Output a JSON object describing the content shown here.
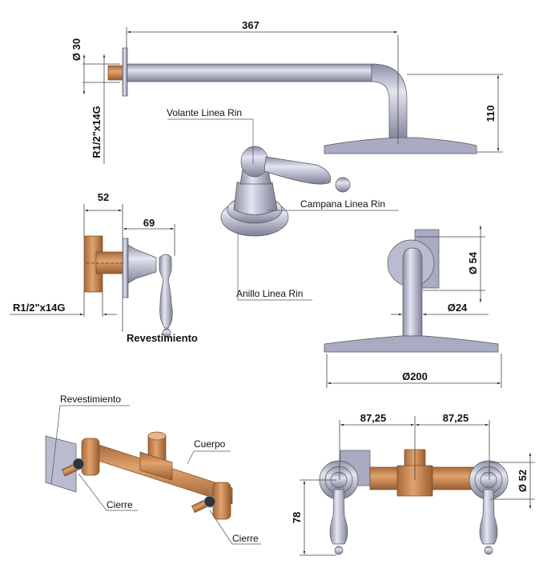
{
  "title": "Technical drawing - wall-mounted shower set Linea Rin",
  "dimensions": {
    "arm_length": "367",
    "flange_diameter": "Ø 30",
    "thread_top": "R1/2\"x14G",
    "arm_drop": "110",
    "valve_depth": "52",
    "handle_projection": "69",
    "thread_side": "R1/2\"x14G",
    "ring_diameter": "Ø 54",
    "pipe_diameter": "Ø24",
    "head_diameter": "Ø200",
    "spacing_left": "87,25",
    "spacing_right": "87,25",
    "escutcheon_diameter": "Ø 52",
    "handle_height": "78"
  },
  "labels": {
    "volante": "Volante Linea Rin",
    "campana": "Campana Linea Rin",
    "anillo": "Anillo Linea Rin",
    "revestimiento_side": "Revestimiento",
    "revestimiento_iso": "Revestimiento",
    "cuerpo": "Cuerpo",
    "cierre_1": "Cierre",
    "cierre_2": "Cierre"
  },
  "colors": {
    "chrome": "#b4b6cc",
    "brass": "#c98a55",
    "line": "#444444"
  }
}
